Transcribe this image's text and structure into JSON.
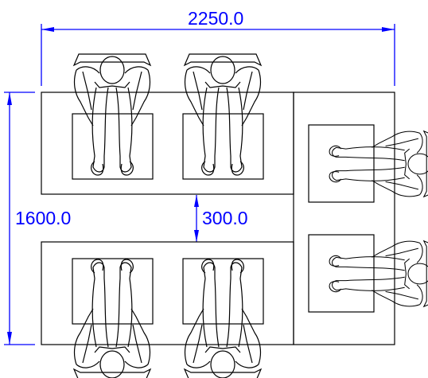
{
  "dimensions": {
    "width_label": "2250.0",
    "height_label": "1600.0",
    "gap_label": "300.0"
  },
  "colors": {
    "dimension": "#0000ff",
    "linework": "#000000",
    "background": "#ffffff"
  },
  "icons": [
    "person-top-view-icon"
  ]
}
